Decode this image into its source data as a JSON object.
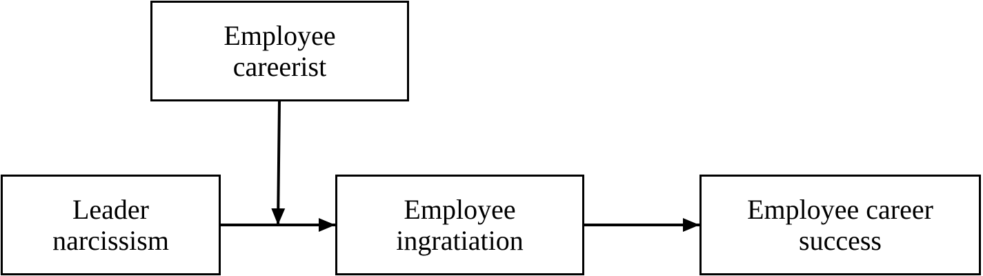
{
  "diagram": {
    "nodes": {
      "moderator": {
        "label": "Employee\ncareerist"
      },
      "predictor": {
        "label": "Leader\nnarcissism"
      },
      "mediator": {
        "label": "Employee\ningratiation"
      },
      "outcome": {
        "label": "Employee career\nsuccess"
      }
    },
    "edges": [
      {
        "from": "predictor",
        "to": "mediator",
        "type": "direct"
      },
      {
        "from": "mediator",
        "to": "outcome",
        "type": "direct"
      },
      {
        "from": "moderator",
        "to": "predictor->mediator",
        "type": "moderation"
      }
    ],
    "colors": {
      "stroke": "#000000",
      "background": "#ffffff"
    }
  }
}
